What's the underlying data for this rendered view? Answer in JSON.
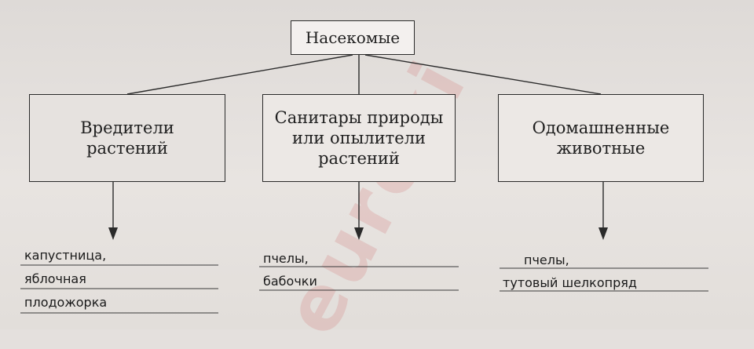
{
  "watermark": "euroki",
  "root": {
    "label": "Насекомые"
  },
  "categories": [
    {
      "label": "Вредители\nрастений"
    },
    {
      "label": "Санитары природы\nили опылители\nрастений"
    },
    {
      "label": "Одомашненные\nживотные"
    }
  ],
  "answers": [
    {
      "lines": [
        "капустница,",
        "яблочная",
        "плодожорка"
      ]
    },
    {
      "lines": [
        "пчелы,",
        "бабочки"
      ]
    },
    {
      "lines": [
        "пчелы,",
        "тутовый шелкопряд"
      ]
    }
  ],
  "colors": {
    "line": "#2a2a2a",
    "answer_line": "#3a3a3a",
    "text": "#1f1f1f"
  }
}
